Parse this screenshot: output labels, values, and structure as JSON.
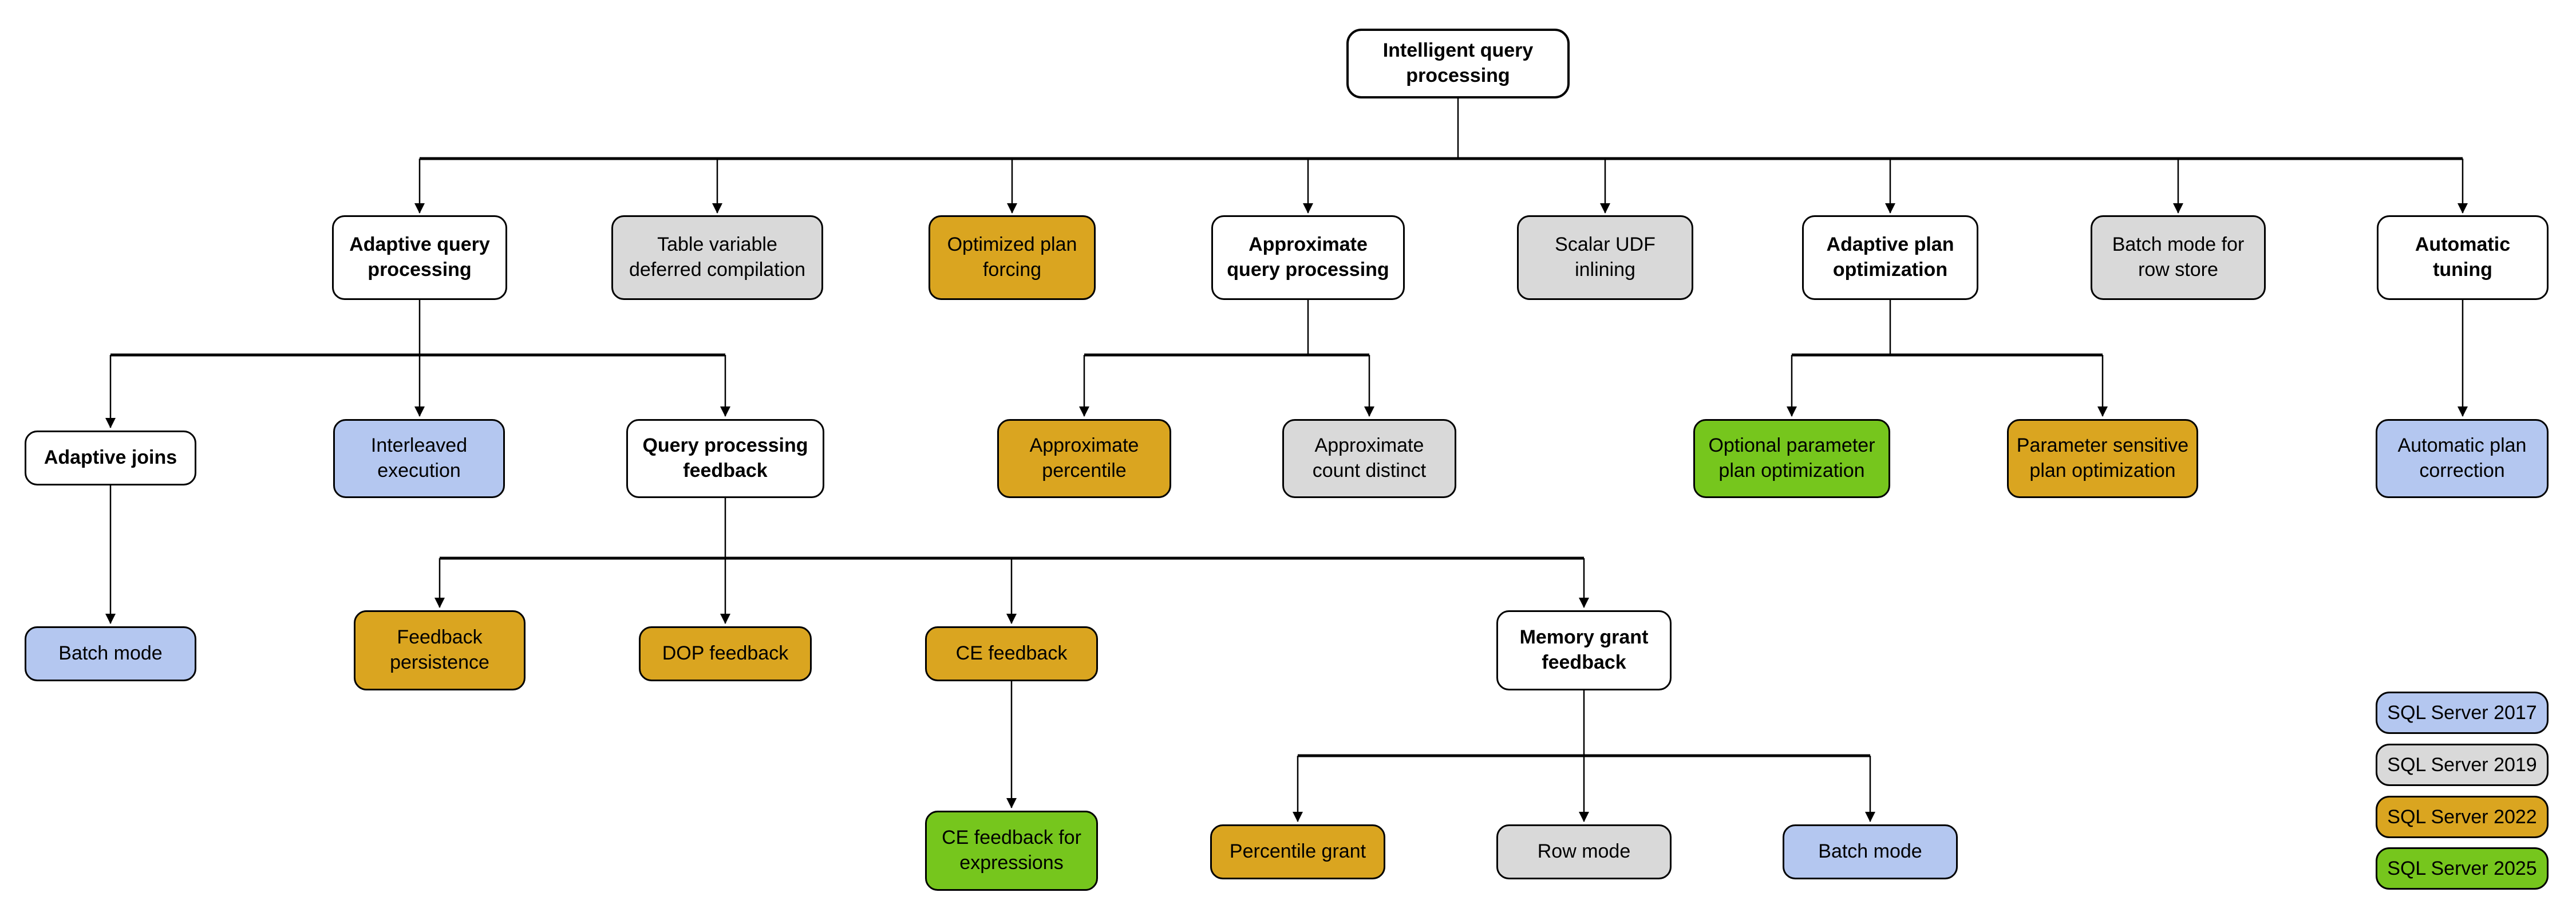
{
  "diagram": {
    "title": "Intelligent query processing"
  },
  "nodes": [
    {
      "id": "intelligent-query-processing",
      "label": "Intelligent query\nprocessing",
      "parent": null,
      "version": null
    },
    {
      "id": "adaptive-query-processing",
      "label": "Adaptive query\nprocessing",
      "parent": "intelligent-query-processing",
      "version": null
    },
    {
      "id": "table-variable-deferred-compilation",
      "label": "Table variable\ndeferred compilation",
      "parent": "intelligent-query-processing",
      "version": "SQL Server 2019"
    },
    {
      "id": "optimized-plan-forcing",
      "label": "Optimized plan\nforcing",
      "parent": "intelligent-query-processing",
      "version": "SQL Server 2022"
    },
    {
      "id": "approximate-query-processing",
      "label": "Approximate\nquery processing",
      "parent": "intelligent-query-processing",
      "version": null
    },
    {
      "id": "scalar-udf-inlining",
      "label": "Scalar UDF\ninlining",
      "parent": "intelligent-query-processing",
      "version": "SQL Server 2019"
    },
    {
      "id": "adaptive-plan-optimization",
      "label": "Adaptive plan\noptimization",
      "parent": "intelligent-query-processing",
      "version": null
    },
    {
      "id": "batch-mode-for-row-store",
      "label": "Batch mode for\nrow store",
      "parent": "intelligent-query-processing",
      "version": "SQL Server 2019"
    },
    {
      "id": "automatic-tuning",
      "label": "Automatic\ntuning",
      "parent": "intelligent-query-processing",
      "version": null
    },
    {
      "id": "adaptive-joins",
      "label": "Adaptive joins",
      "parent": "adaptive-query-processing",
      "version": null
    },
    {
      "id": "interleaved-execution",
      "label": "Interleaved\nexecution",
      "parent": "adaptive-query-processing",
      "version": "SQL Server 2017"
    },
    {
      "id": "query-processing-feedback",
      "label": "Query processing\nfeedback",
      "parent": "adaptive-query-processing",
      "version": null
    },
    {
      "id": "approximate-percentile",
      "label": "Approximate\npercentile",
      "parent": "approximate-query-processing",
      "version": "SQL Server 2022"
    },
    {
      "id": "approximate-count-distinct",
      "label": "Approximate\ncount distinct",
      "parent": "approximate-query-processing",
      "version": "SQL Server 2019"
    },
    {
      "id": "optional-parameter-plan-optimization",
      "label": "Optional parameter\nplan optimization",
      "parent": "adaptive-plan-optimization",
      "version": "SQL Server 2025"
    },
    {
      "id": "parameter-sensitive-plan-optimization",
      "label": "Parameter sensitive\nplan optimization",
      "parent": "adaptive-plan-optimization",
      "version": "SQL Server 2022"
    },
    {
      "id": "automatic-plan-correction",
      "label": "Automatic plan\ncorrection",
      "parent": "automatic-tuning",
      "version": "SQL Server 2017"
    },
    {
      "id": "batch-mode-adaptive-joins",
      "label": "Batch mode",
      "parent": "adaptive-joins",
      "version": "SQL Server 2017"
    },
    {
      "id": "feedback-persistence",
      "label": "Feedback\npersistence",
      "parent": "query-processing-feedback",
      "version": "SQL Server 2022"
    },
    {
      "id": "dop-feedback",
      "label": "DOP feedback",
      "parent": "query-processing-feedback",
      "version": "SQL Server 2022"
    },
    {
      "id": "ce-feedback",
      "label": "CE feedback",
      "parent": "query-processing-feedback",
      "version": "SQL Server 2022"
    },
    {
      "id": "memory-grant-feedback",
      "label": "Memory grant\nfeedback",
      "parent": "query-processing-feedback",
      "version": null
    },
    {
      "id": "ce-feedback-for-expressions",
      "label": "CE feedback for\nexpressions",
      "parent": "ce-feedback",
      "version": "SQL Server 2025"
    },
    {
      "id": "percentile-grant",
      "label": "Percentile grant",
      "parent": "memory-grant-feedback",
      "version": "SQL Server 2022"
    },
    {
      "id": "row-mode",
      "label": "Row mode",
      "parent": "memory-grant-feedback",
      "version": "SQL Server 2019"
    },
    {
      "id": "batch-mode-memory-grant",
      "label": "Batch mode",
      "parent": "memory-grant-feedback",
      "version": "SQL Server 2017"
    }
  ],
  "legend": {
    "items": [
      {
        "label": "SQL Server 2017",
        "color": "#B4C7F0"
      },
      {
        "label": "SQL Server 2019",
        "color": "#D9D9D9"
      },
      {
        "label": "SQL Server 2022",
        "color": "#DAA520"
      },
      {
        "label": "SQL Server 2025",
        "color": "#76C61D"
      }
    ]
  }
}
